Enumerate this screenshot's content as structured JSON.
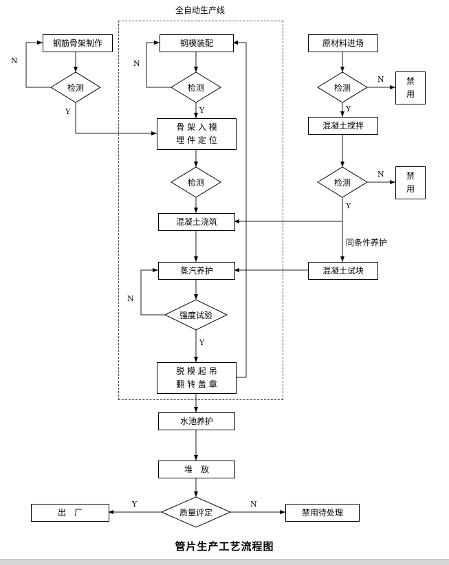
{
  "title": "管片生产工艺流程图",
  "region_label": "全自动生产线",
  "edge_labels": {
    "n": "N",
    "y": "Y",
    "same_condition": "同条件养护"
  },
  "nodes": {
    "steel_skeleton_making": "钢筋骨架制作",
    "inspection": "检测",
    "steel_mold_assembly": "钢模装配",
    "skeleton_into_mold_line1": "骨 架 入 模",
    "skeleton_into_mold_line2": "埋 件 定 位",
    "concrete_pouring": "混凝土浇筑",
    "steam_curing": "蒸汽养护",
    "strength_test": "强度试验",
    "demold_lift_line1": "脱 模 起 吊",
    "demold_lift_line2": "翻 转 盖 章",
    "raw_material_entry": "原材料进场",
    "forbidden_line1": "禁",
    "forbidden_line2": "用",
    "concrete_mixing": "混凝土搅拌",
    "concrete_test_block": "混凝土试块",
    "pool_curing": "水池养护",
    "stacking": "堆　放",
    "quality_evaluation": "质量评定",
    "leave_factory": "出　厂",
    "forbidden_pending_treatment": "禁用待处理"
  }
}
